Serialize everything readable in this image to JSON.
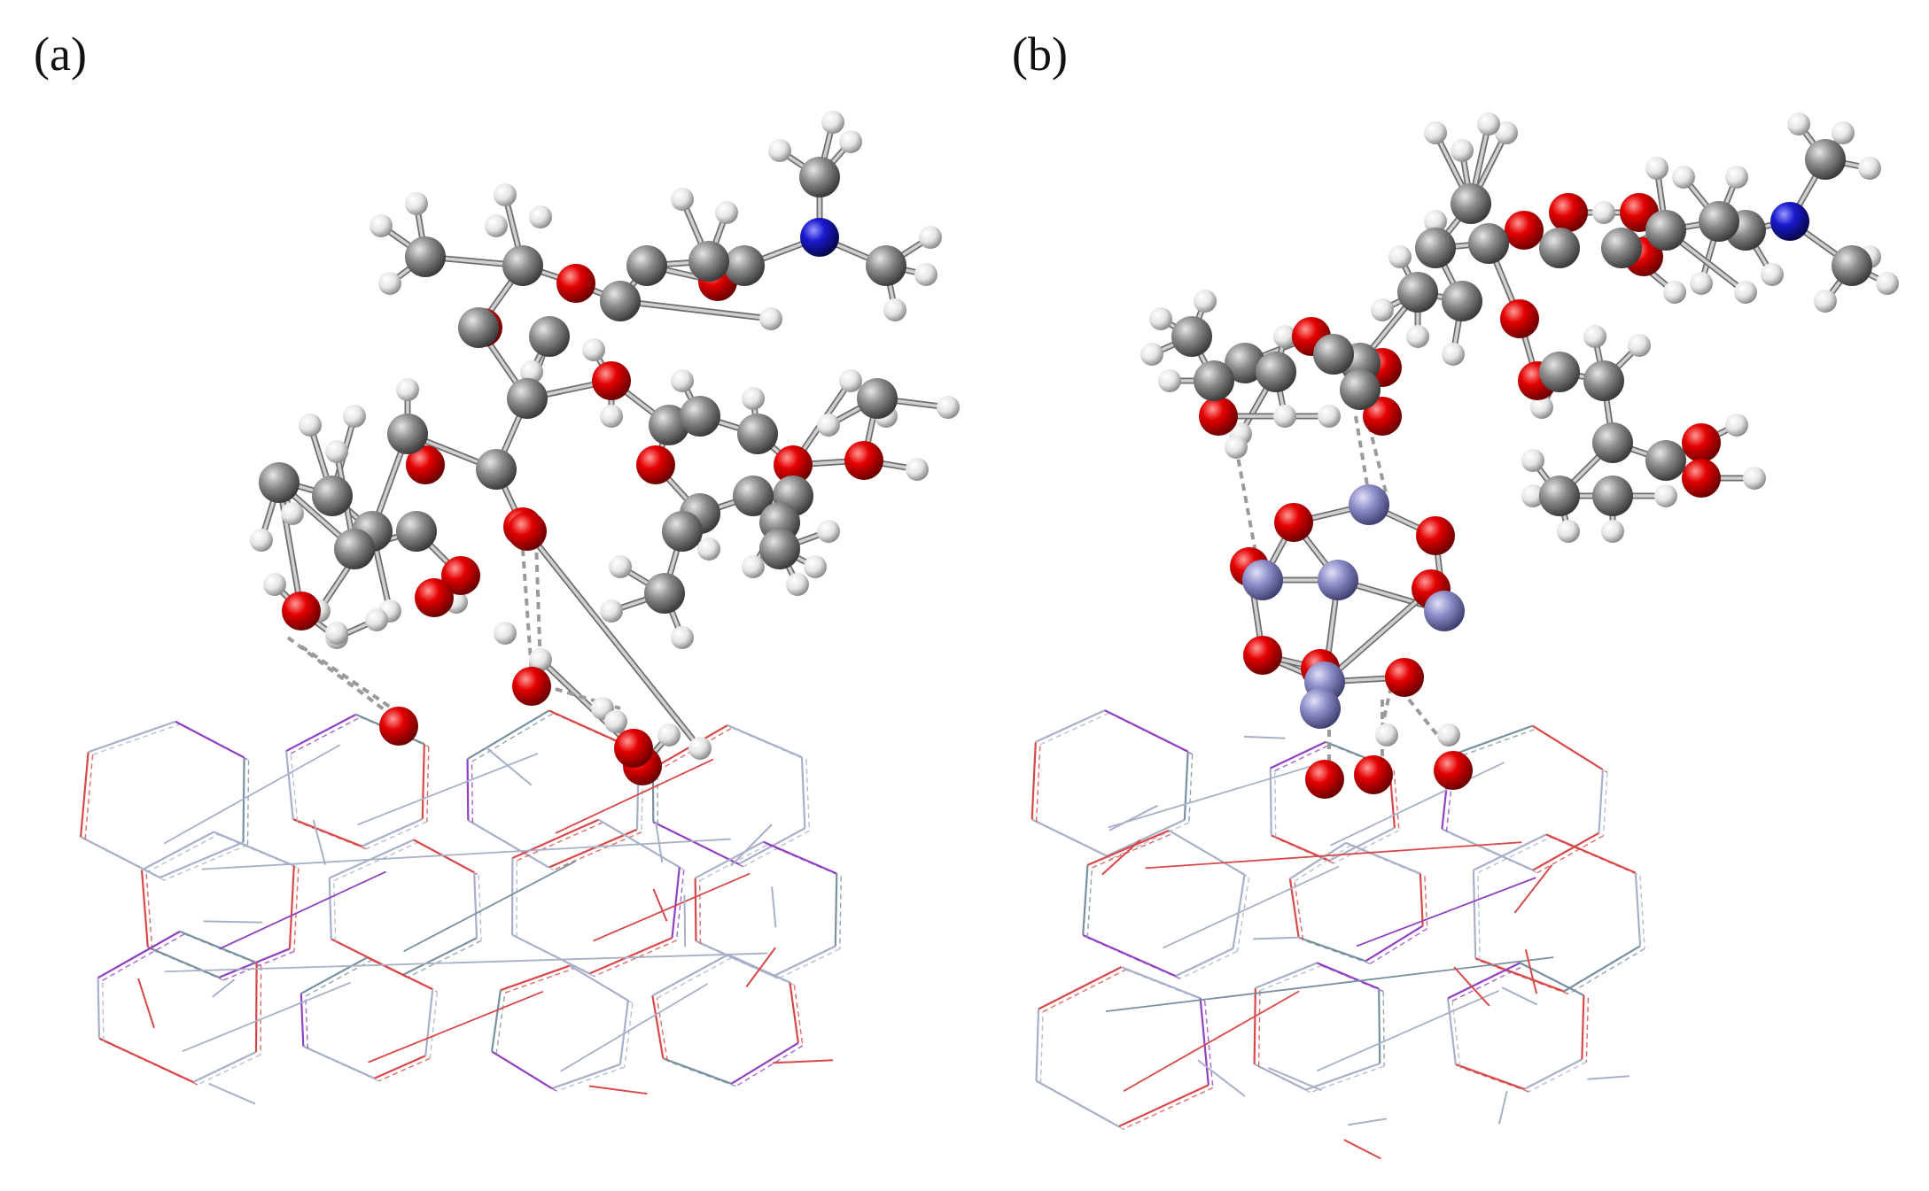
{
  "panels": [
    {
      "id": "a",
      "label": "(a)"
    },
    {
      "id": "b",
      "label": "(b)"
    }
  ],
  "colors": {
    "carbon": "#8c8c8c",
    "hydrogen": "#e8e8e8",
    "oxygen": "#e00000",
    "nitrogen": "#1414c8",
    "metal": "#8c8cc4",
    "bond": "#b4b4b4",
    "hbond": "#9a9a9a",
    "lattice_blue": "#a8b0c8",
    "lattice_red": "#d84848",
    "lattice_purple": "#9040c0",
    "lattice_teal": "#7890a0"
  }
}
